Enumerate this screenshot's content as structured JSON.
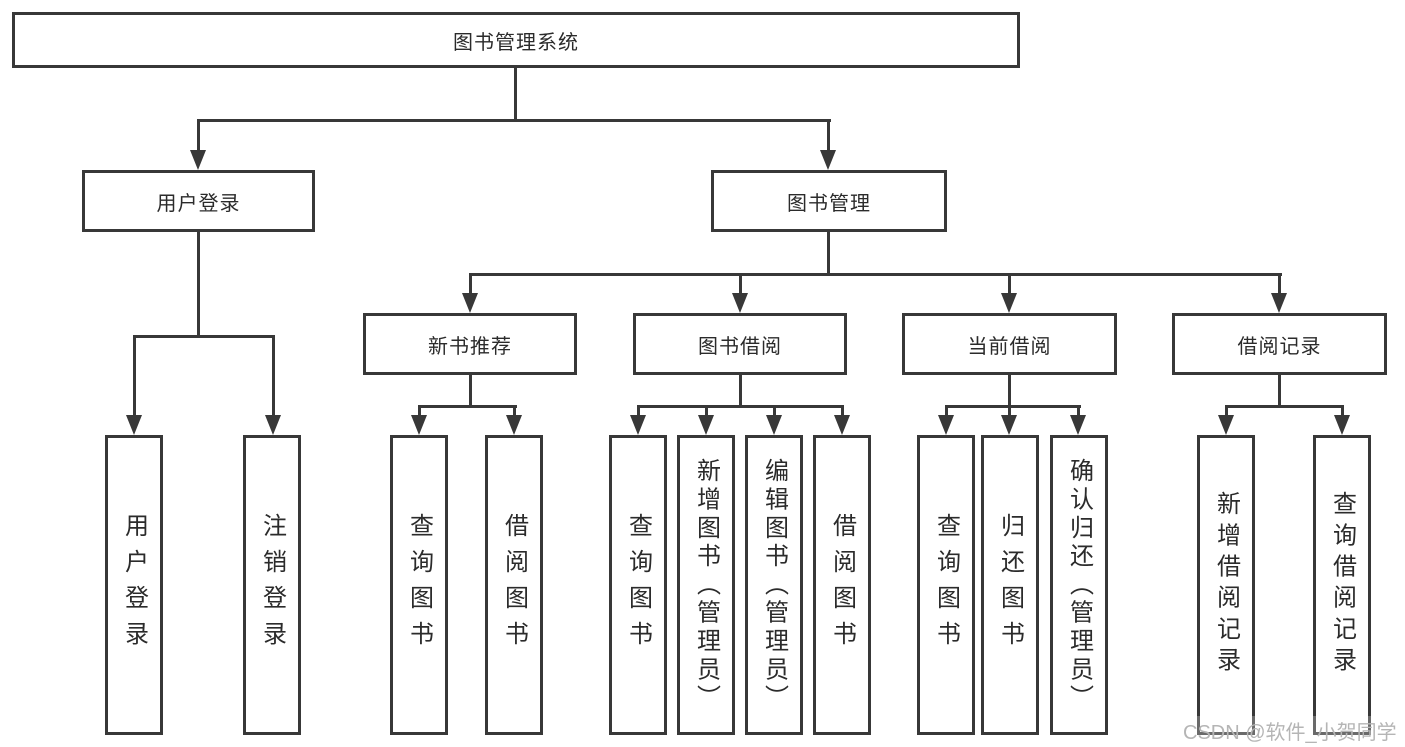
{
  "diagram_title": "图书管理系统",
  "tree": {
    "label": "图书管理系统",
    "children": [
      {
        "label": "用户登录",
        "children": [
          {
            "label": "用户登录"
          },
          {
            "label": "注销登录"
          }
        ]
      },
      {
        "label": "图书管理",
        "children": [
          {
            "label": "新书推荐",
            "children": [
              {
                "label": "查询图书"
              },
              {
                "label": "借阅图书"
              }
            ]
          },
          {
            "label": "图书借阅",
            "children": [
              {
                "label": "查询图书"
              },
              {
                "label": "新增图书（管理员）"
              },
              {
                "label": "编辑图书（管理员）"
              },
              {
                "label": "借阅图书"
              }
            ]
          },
          {
            "label": "当前借阅",
            "children": [
              {
                "label": "查询图书"
              },
              {
                "label": "归还图书"
              },
              {
                "label": "确认归还（管理员）"
              }
            ]
          },
          {
            "label": "借阅记录",
            "children": [
              {
                "label": "新增借阅记录"
              },
              {
                "label": "查询借阅记录"
              }
            ]
          }
        ]
      }
    ]
  },
  "watermark": {
    "text": "CSDN @软件_小贺同学"
  },
  "colors": {
    "line": "#383838",
    "box_border": "#383838",
    "text": "#2b2b2b",
    "background": "#ffffff",
    "watermark": "#b5b5b5"
  }
}
